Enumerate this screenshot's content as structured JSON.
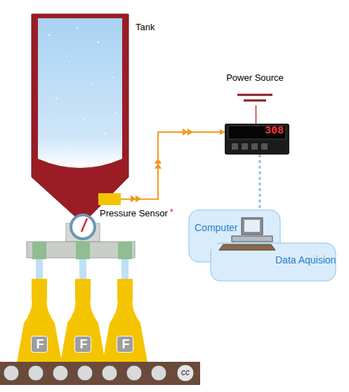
{
  "diagram": {
    "nodes": [
      {
        "text": [
          "Tank"
        ]
      },
      {
        "text": [
          "Pressure Sensor",
          "*"
        ]
      },
      {
        "text": [
          "Power Source"
        ]
      },
      {
        "text": [
          "308"
        ]
      },
      {
        "text": [
          "Computer",
          "Data Aquision"
        ]
      },
      {
        "text": [
          "F"
        ]
      },
      {
        "text": [
          "F"
        ]
      },
      {
        "text": [
          "F"
        ]
      }
    ],
    "edges": [
      {
        "from": 1,
        "to": 3,
        "arrow": "to"
      },
      {
        "from": 2,
        "to": 3,
        "arrow": "none"
      },
      {
        "from": 3,
        "to": 4,
        "arrow": "none"
      }
    ],
    "labels": [
      "cc"
    ]
  }
}
